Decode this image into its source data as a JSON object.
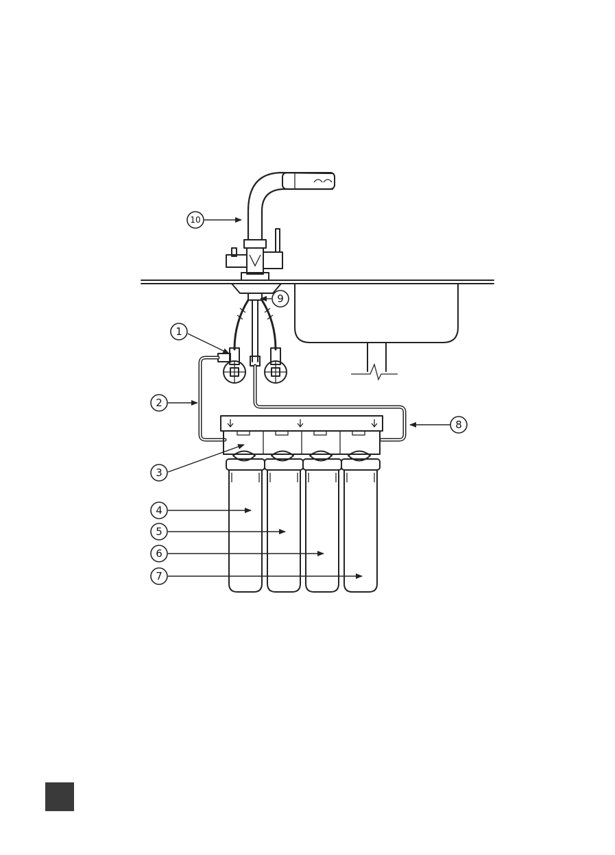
{
  "callouts": [
    {
      "id": "c1",
      "label": "1"
    },
    {
      "id": "c2",
      "label": "2"
    },
    {
      "id": "c3",
      "label": "3"
    },
    {
      "id": "c4",
      "label": "4"
    },
    {
      "id": "c5",
      "label": "5"
    },
    {
      "id": "c6",
      "label": "6"
    },
    {
      "id": "c7",
      "label": "7"
    },
    {
      "id": "c8",
      "label": "8"
    },
    {
      "id": "c9",
      "label": "9"
    },
    {
      "id": "c10",
      "label": "10"
    }
  ],
  "colors": {
    "line": "#222222",
    "page_marker": "#3a3a3a",
    "background": "#ffffff"
  }
}
